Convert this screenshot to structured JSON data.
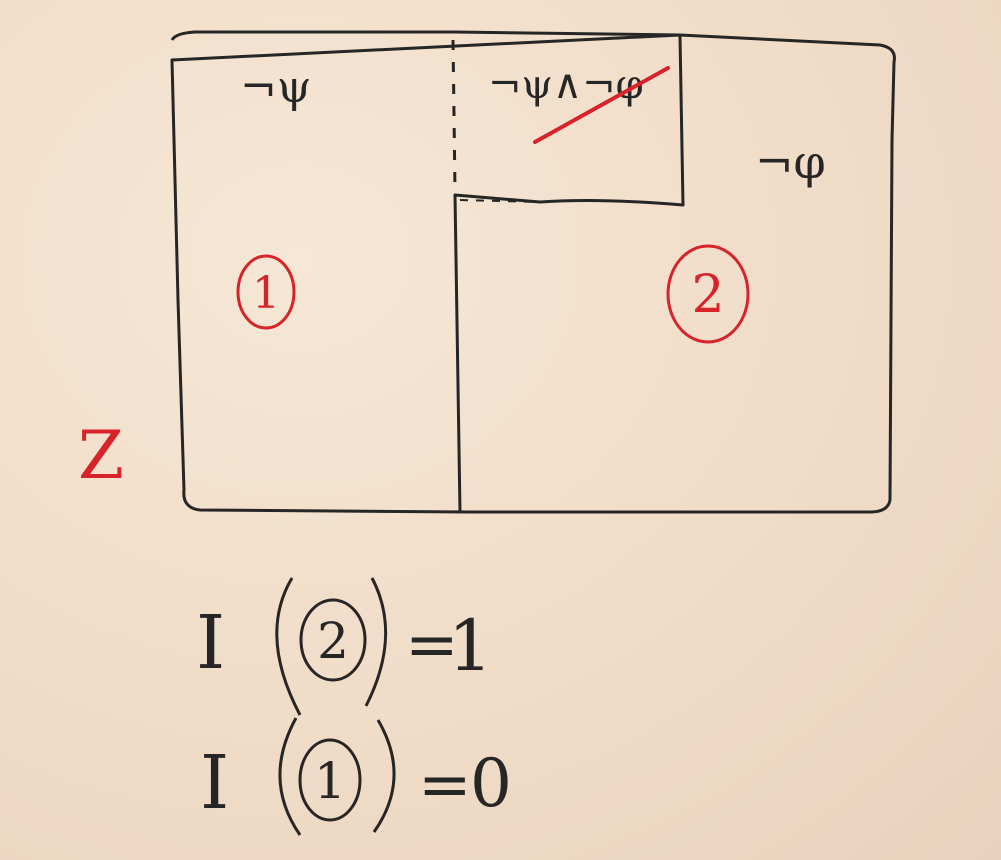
{
  "diagram": {
    "set_label": "Z",
    "regions": {
      "left_top_label": "¬ψ",
      "middle_top_label": "¬ψ∧¬φ",
      "right_top_label": "¬φ",
      "region_1_number": "1",
      "region_2_number": "2"
    },
    "equations": [
      {
        "func": "I",
        "region": "2",
        "value": "1"
      },
      {
        "func": "I",
        "region": "1",
        "value": "0"
      }
    ],
    "equals_sign": "=",
    "colors": {
      "ink": "#262626",
      "red_ink": "#d8232a",
      "paper": "#f1dfcb"
    }
  }
}
